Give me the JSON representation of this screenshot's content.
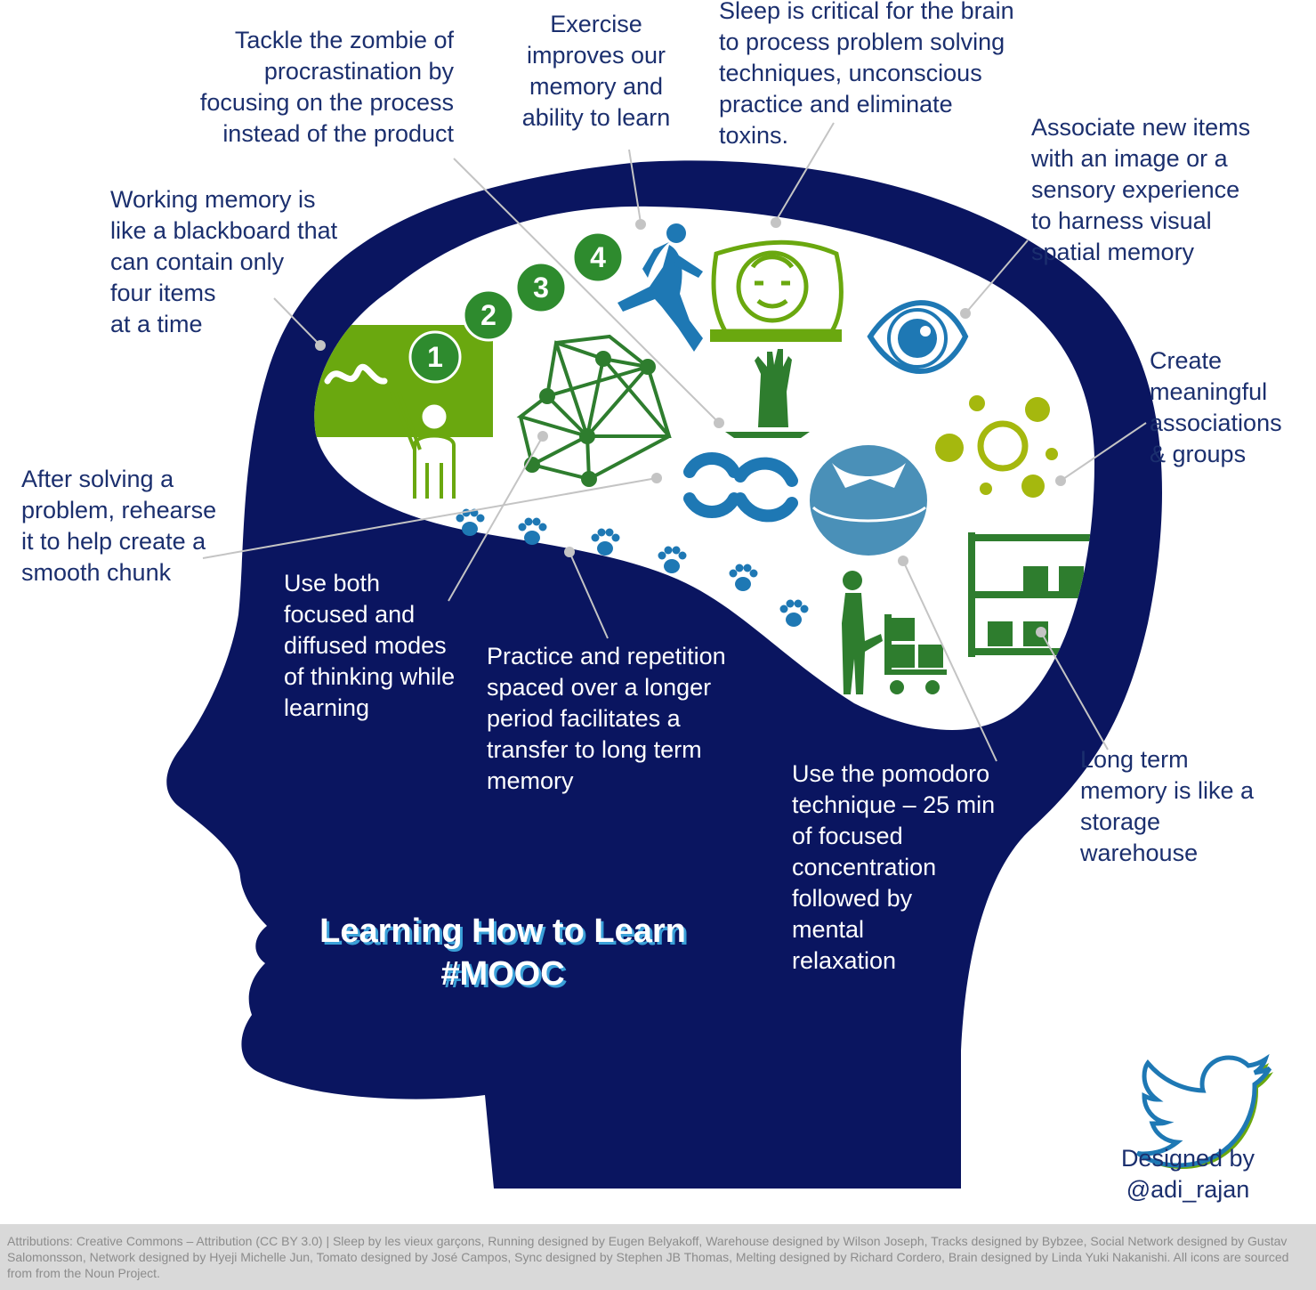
{
  "title": "Learning How to Learn\n#MOOC",
  "tips": {
    "procrastination": "Tackle the zombie of\nprocrastination by\nfocusing on the process\ninstead of the product",
    "exercise": "Exercise\nimproves our\nmemory and\nability to learn",
    "sleep": "Sleep is critical for the brain\nto process problem solving\ntechniques, unconscious\npractice and eliminate\ntoxins.",
    "associate": "Associate new items\nwith an image or a\nsensory experience\nto harness visual\nspatial memory",
    "working_memory": "Working memory is\nlike a blackboard that\ncan contain only\nfour items\nat a time",
    "meaningful": "Create\nmeaningful\nassociations\n& groups",
    "rehearse": "After solving a\nproblem, rehearse\nit to help create a\nsmooth chunk",
    "modes": "Use both\nfocused and\ndiffused modes\nof thinking while\nlearning",
    "practice": "Practice and repetition\nspaced over a longer\nperiod  facilitates a\ntransfer to long term\nmemory",
    "pomodoro": "Use the pomodoro\ntechnique – 25 min\nof focused\nconcentration\nfollowed by\nmental\nrelaxation",
    "long_term": "Long term\nmemory is like a\nstorage\nwarehouse"
  },
  "numbers": [
    "1",
    "2",
    "3",
    "4"
  ],
  "credit": "Designed by\n@adi_rajan",
  "attribution": "Attributions: Creative Commons – Attribution (CC BY 3.0) | Sleep by les vieux garçons, Running designed by Eugen Belyakoff, Warehouse designed by Wilson Joseph, Tracks designed by Bybzee, Social Network designed by Gustav Salomonsson, Network designed by Hyeji Michelle Jun, Tomato designed by José Campos, Sync designed by Stephen JB Thomas, Melting designed by Richard Cordero, Brain designed by Linda Yuki Nakanishi. All icons are sourced from from the Noun Project.",
  "colors": {
    "head": "#0a1560",
    "text": "#1b2f6e",
    "green": "#6aa80f",
    "dark_green": "#2e7d2e",
    "blue": "#1e78b4",
    "steel": "#4a90b8",
    "footer": "#d9d9d9"
  },
  "icons": [
    "blackboard-icon",
    "network-icon",
    "runner-icon",
    "sleep-icon",
    "eye-icon",
    "zombie-hand-icon",
    "sync-icon",
    "tomato-icon",
    "circles-icon",
    "pawprint-icon",
    "warehouse-icon",
    "worker-cart-icon",
    "twitter-bird-icon"
  ]
}
